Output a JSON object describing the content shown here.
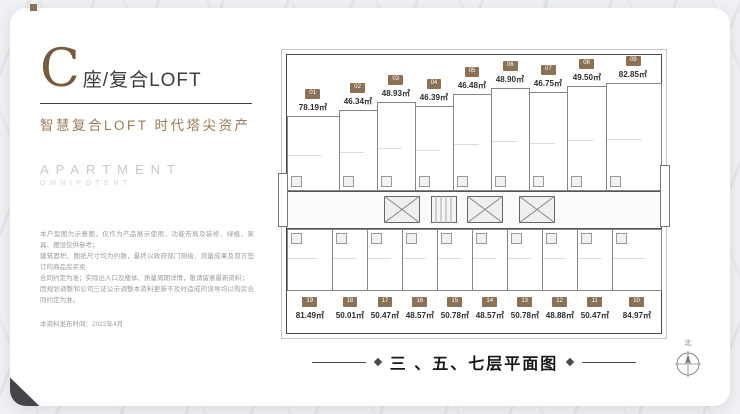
{
  "header": {
    "letter": "C",
    "title_rest": "座/复合LOFT",
    "subtitle": "智慧复合LOFT 时代塔尖资产",
    "en_line1": "APARTMENT",
    "en_line2": "OMNIPOTENT"
  },
  "disclaimer": {
    "lines": [
      "本户型图为示意图，仅作为产品展示使用，功能布局及装修、绿植、家具、摆设仅供参考；",
      "建筑面积、图纸尺寸均为约数，最终以政府部门测绘、测量成果及双方签订的商品房买卖",
      "合同约定为准；实际出入口及楼体、质量周期详情，敬请留意最新资料；",
      "因规划调整和公司三证公示调整本资料更新不及时造成的误导均以购房合同约定为准。"
    ],
    "published": "本资料发布时间：2022年4月"
  },
  "floorplan": {
    "top_units": [
      {
        "no": "01",
        "area": "78.19㎡"
      },
      {
        "no": "02",
        "area": "46.34㎡"
      },
      {
        "no": "03",
        "area": "48.93㎡"
      },
      {
        "no": "04",
        "area": "46.39㎡"
      },
      {
        "no": "05",
        "area": "46.48㎡"
      },
      {
        "no": "06",
        "area": "48.90㎡"
      },
      {
        "no": "07",
        "area": "46.75㎡"
      },
      {
        "no": "08",
        "area": "49.50㎡"
      },
      {
        "no": "09",
        "area": "82.85㎡"
      }
    ],
    "bottom_units": [
      {
        "no": "19",
        "area": "81.49㎡"
      },
      {
        "no": "18",
        "area": "50.01㎡"
      },
      {
        "no": "17",
        "area": "50.47㎡"
      },
      {
        "no": "16",
        "area": "48.57㎡"
      },
      {
        "no": "15",
        "area": "50.78㎡"
      },
      {
        "no": "14",
        "area": "48.57㎡"
      },
      {
        "no": "13",
        "area": "50.78㎡"
      },
      {
        "no": "12",
        "area": "48.88㎡"
      },
      {
        "no": "11",
        "area": "50.47㎡"
      },
      {
        "no": "10",
        "area": "84.97㎡"
      }
    ]
  },
  "caption": {
    "text": "三 、五、七层平面图"
  },
  "compass": {
    "label": "北"
  }
}
